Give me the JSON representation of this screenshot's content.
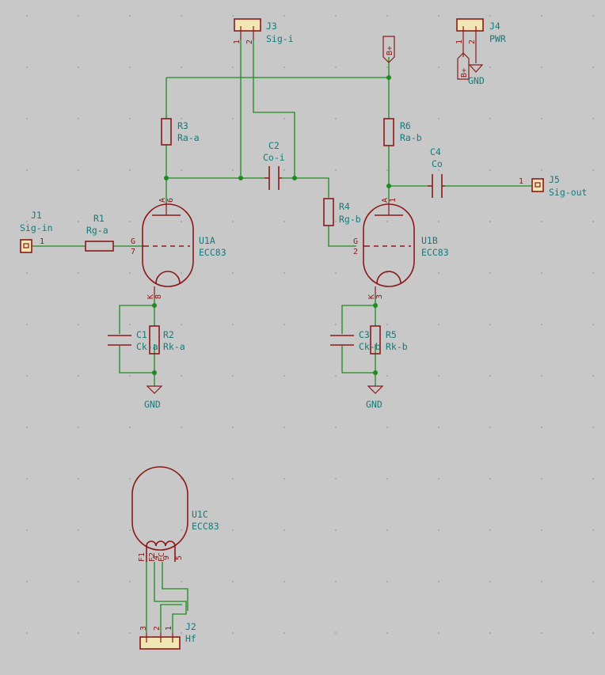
{
  "colors": {
    "background": "#c8c8c8",
    "wire": "#1f8a1f",
    "component": "#8a1a1a",
    "text": "#167a7a",
    "connector_body": "#f2e7b4"
  },
  "connectors": {
    "j1": {
      "ref": "J1",
      "value": "Sig-in",
      "pin": "1"
    },
    "j2": {
      "ref": "J2",
      "value": "Hf",
      "pin1": "1",
      "pin2": "2",
      "pin3": "3"
    },
    "j3": {
      "ref": "J3",
      "value": "Sig-i",
      "pin1": "1",
      "pin2": "2"
    },
    "j4": {
      "ref": "J4",
      "value": "PWR",
      "pin1": "1",
      "pin2": "2"
    },
    "j5": {
      "ref": "J5",
      "value": "Sig-out",
      "pin": "1"
    }
  },
  "resistors": {
    "r1": {
      "ref": "R1",
      "value": "Rg-a"
    },
    "r2": {
      "ref": "R2",
      "value": "Rk-a"
    },
    "r3": {
      "ref": "R3",
      "value": "Ra-a"
    },
    "r4": {
      "ref": "R4",
      "value": "Rg-b"
    },
    "r5": {
      "ref": "R5",
      "value": "Rk-b"
    },
    "r6": {
      "ref": "R6",
      "value": "Ra-b"
    }
  },
  "capacitors": {
    "c1": {
      "ref": "C1",
      "value": "Ck-a"
    },
    "c2": {
      "ref": "C2",
      "value": "Co-i"
    },
    "c3": {
      "ref": "C3",
      "value": "Ck-b"
    },
    "c4": {
      "ref": "C4",
      "value": "Co"
    }
  },
  "tubes": {
    "u1a": {
      "ref": "U1A",
      "value": "ECC83",
      "pin_a": "A",
      "pin_a_num": "6",
      "pin_g": "G",
      "pin_g_num": "7",
      "pin_k": "K",
      "pin_k_num": "8"
    },
    "u1b": {
      "ref": "U1B",
      "value": "ECC83",
      "pin_a": "A",
      "pin_a_num": "1",
      "pin_g": "G",
      "pin_g_num": "2",
      "pin_k": "K",
      "pin_k_num": "3"
    },
    "u1c": {
      "ref": "U1C",
      "value": "ECC83",
      "pin_f1": "F1",
      "pin_f2": "F2",
      "pin_fc": "FC",
      "pin_4": "4",
      "pin_9": "9",
      "pin_5": "5"
    }
  },
  "power": {
    "gnd_label": "GND",
    "bplus_label": "B+"
  }
}
